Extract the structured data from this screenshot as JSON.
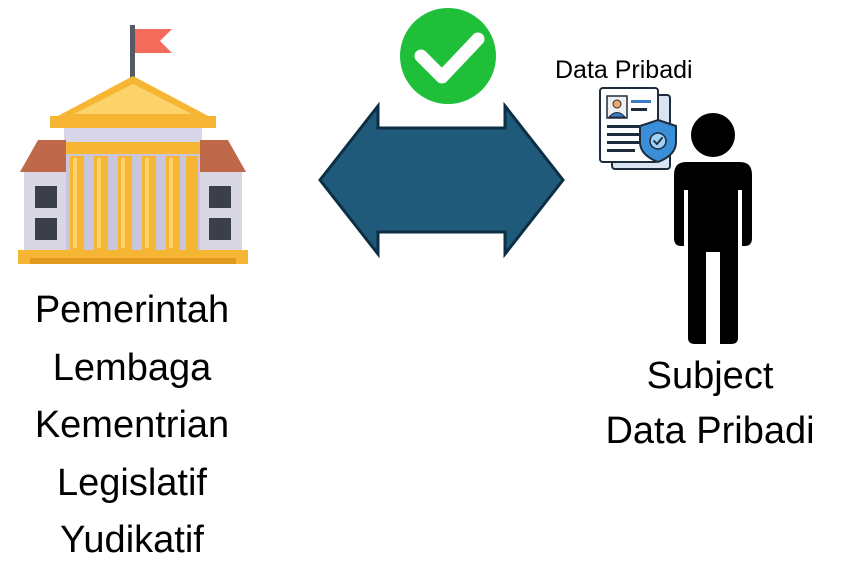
{
  "left_entity": {
    "icon": "government-building-icon",
    "labels": [
      "Pemerintah",
      "Lembaga",
      "Kementrian",
      "Legislatif",
      "Yudikatif"
    ]
  },
  "connector": {
    "icon": "double-arrow-icon",
    "status_icon": "check-circle-icon",
    "arrow_color": "#1f5a7a",
    "check_color": "#1fbf3a"
  },
  "document": {
    "icon": "personal-data-document-icon",
    "caption": "Data Pribadi"
  },
  "right_entity": {
    "icon": "person-silhouette-icon",
    "label_lines": [
      "Subject",
      "Data Pribadi"
    ]
  }
}
